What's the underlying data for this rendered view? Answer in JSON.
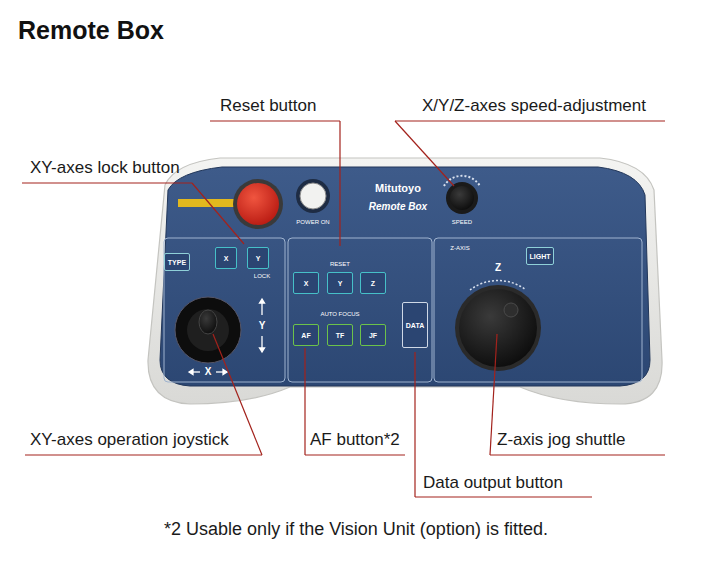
{
  "diagram": {
    "title": "Remote Box",
    "caption": "*2 Usable only if the Vision Unit (option) is fitted.",
    "nodes": [
      {
        "text": [
          "TYPE"
        ]
      },
      {
        "text": [
          "X"
        ]
      },
      {
        "text": [
          "Y"
        ]
      },
      {
        "text": [
          "X"
        ]
      },
      {
        "text": [
          "Y"
        ]
      },
      {
        "text": [
          "Z"
        ]
      },
      {
        "text": [
          "AF"
        ]
      },
      {
        "text": [
          "TF"
        ]
      },
      {
        "text": [
          "JF"
        ]
      },
      {
        "text": [
          "DATA"
        ]
      },
      {
        "text": [
          "LIGHT"
        ]
      }
    ],
    "labels": [
      "Reset button",
      "X/Y/Z-axes speed-adjustment",
      "XY-axes lock button",
      "Mitutoyo",
      "Remote Box",
      "POWER ON",
      "SPEED",
      "LOCK",
      "RESET",
      "Z-AXIS",
      "Z",
      "Y",
      "AUTO FOCUS",
      "X",
      "XY-axes operation joystick",
      "AF button*2",
      "Z-axis jog shuttle",
      "Data output button"
    ]
  }
}
